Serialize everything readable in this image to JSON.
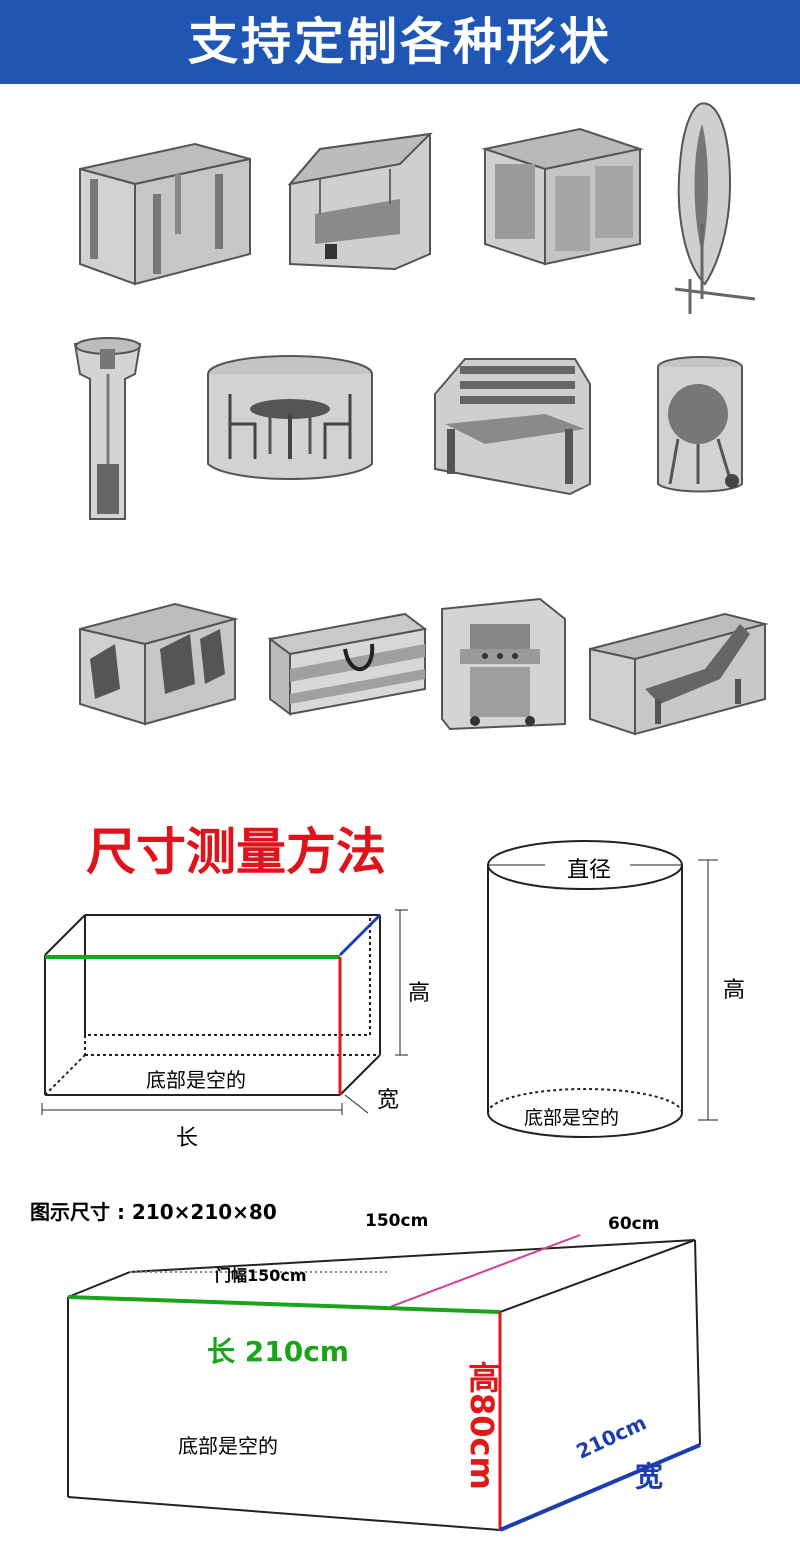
{
  "banner": {
    "title": "支持定制各种形状"
  },
  "gallery": {
    "items": [
      {
        "icon": "covered-table-icon"
      },
      {
        "icon": "covered-swing-icon"
      },
      {
        "icon": "covered-cube-icon"
      },
      {
        "icon": "covered-umbrella-icon"
      },
      {
        "icon": "covered-heater-icon"
      },
      {
        "icon": "covered-round-dining-set-icon"
      },
      {
        "icon": "covered-bench-icon"
      },
      {
        "icon": "covered-grill-icon"
      },
      {
        "icon": "covered-chairs-icon"
      },
      {
        "icon": "cushion-bag-icon"
      },
      {
        "icon": "covered-bbq-icon"
      },
      {
        "icon": "covered-lounger-icon"
      }
    ]
  },
  "measure": {
    "title": "尺寸测量方法",
    "box": {
      "height": "高",
      "width": "宽",
      "length": "长",
      "bottom": "底部是空的"
    },
    "cylinder": {
      "diameter": "直径",
      "height": "高",
      "bottom": "底部是空的"
    }
  },
  "example": {
    "caption": "图示尺寸 : 210×210×80",
    "top_depth": "150cm",
    "top_width": "60cm",
    "door": "门幅150cm",
    "length": "长 210cm",
    "height": "高80cm",
    "width_value": "210cm",
    "width": "宽",
    "bottom": "底部是空的"
  },
  "colors": {
    "banner": "#1f56b4",
    "title_red": "#e0131b",
    "green": "#1aa41a",
    "red": "#e01818",
    "blue": "#1a3db0",
    "pink": "#d6399a"
  }
}
